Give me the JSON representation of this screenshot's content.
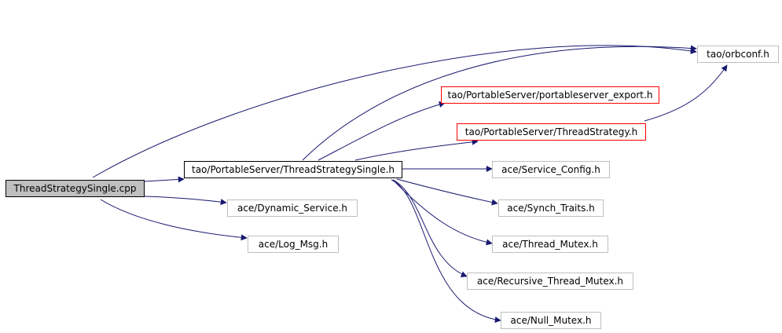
{
  "nodes": {
    "root": "ThreadStrategySingle.cpp",
    "header": "tao/PortableServer/ThreadStrategySingle.h",
    "orbconf": "tao/orbconf.h",
    "export": "tao/PortableServer/portableserver_export.h",
    "threadstrategy": "tao/PortableServer/ThreadStrategy.h",
    "service_config": "ace/Service_Config.h",
    "synch_traits": "ace/Synch_Traits.h",
    "thread_mutex": "ace/Thread_Mutex.h",
    "recursive_mutex": "ace/Recursive_Thread_Mutex.h",
    "null_mutex": "ace/Null_Mutex.h",
    "dynamic_service": "ace/Dynamic_Service.h",
    "log_msg": "ace/Log_Msg.h"
  },
  "colors": {
    "edge": "#191970",
    "root_fill": "#bfbfbf",
    "missing_border": "#ff0000",
    "normal_border": "#bfbfbf"
  }
}
